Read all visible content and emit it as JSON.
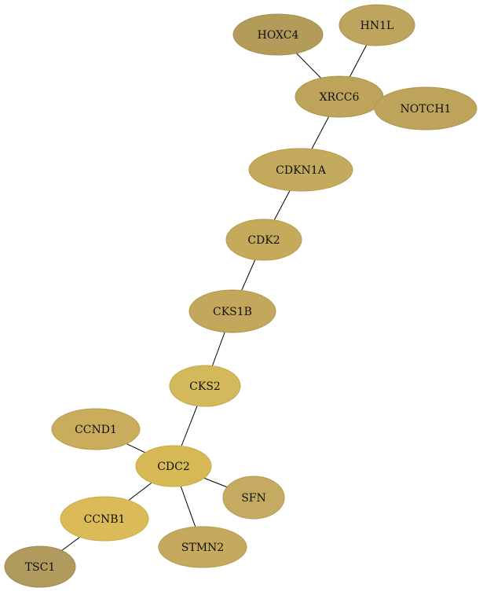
{
  "nodes": [
    {
      "id": "HOXC4",
      "label": "HOXC4",
      "color": "#b39b59",
      "stroke": "#a48c49"
    },
    {
      "id": "HN1L",
      "label": "HN1L",
      "color": "#bda55e",
      "stroke": "#ad954e"
    },
    {
      "id": "XRCC6",
      "label": "XRCC6",
      "color": "#bea45b",
      "stroke": "#ae9449"
    },
    {
      "id": "NOTCH1",
      "label": "NOTCH1",
      "color": "#bea45b",
      "stroke": "#ae9449"
    },
    {
      "id": "CDKN1A",
      "label": "CDKN1A",
      "color": "#c4aa5c",
      "stroke": "#b49a4c"
    },
    {
      "id": "CDK2",
      "label": "CDK2",
      "color": "#c4aa5a",
      "stroke": "#b49a4a"
    },
    {
      "id": "CKS1B",
      "label": "CKS1B",
      "color": "#c2a75d",
      "stroke": "#b2974d"
    },
    {
      "id": "CKS2",
      "label": "CKS2",
      "color": "#d4b85c",
      "stroke": "#c4a84c"
    },
    {
      "id": "CCND1",
      "label": "CCND1",
      "color": "#c9ad5d",
      "stroke": "#b99d4d"
    },
    {
      "id": "CDC2",
      "label": "CDC2",
      "color": "#d6b954",
      "stroke": "#c6a944"
    },
    {
      "id": "SFN",
      "label": "SFN",
      "color": "#c5ab61",
      "stroke": "#b59b51"
    },
    {
      "id": "CCNB1",
      "label": "CCNB1",
      "color": "#dbbb58",
      "stroke": "#cbab48"
    },
    {
      "id": "STMN2",
      "label": "STMN2",
      "color": "#c5aa5d",
      "stroke": "#b59a4d"
    },
    {
      "id": "TSC1",
      "label": "TSC1",
      "color": "#b19a5e",
      "stroke": "#a18a4e"
    }
  ],
  "edges": [
    [
      "HOXC4",
      "XRCC6"
    ],
    [
      "HN1L",
      "XRCC6"
    ],
    [
      "XRCC6",
      "NOTCH1"
    ],
    [
      "XRCC6",
      "CDKN1A"
    ],
    [
      "CDKN1A",
      "CDK2"
    ],
    [
      "CDK2",
      "CKS1B"
    ],
    [
      "CKS1B",
      "CKS2"
    ],
    [
      "CKS2",
      "CDC2"
    ],
    [
      "CCND1",
      "CDC2"
    ],
    [
      "CDC2",
      "SFN"
    ],
    [
      "CDC2",
      "CCNB1"
    ],
    [
      "CDC2",
      "STMN2"
    ],
    [
      "CCNB1",
      "TSC1"
    ]
  ]
}
